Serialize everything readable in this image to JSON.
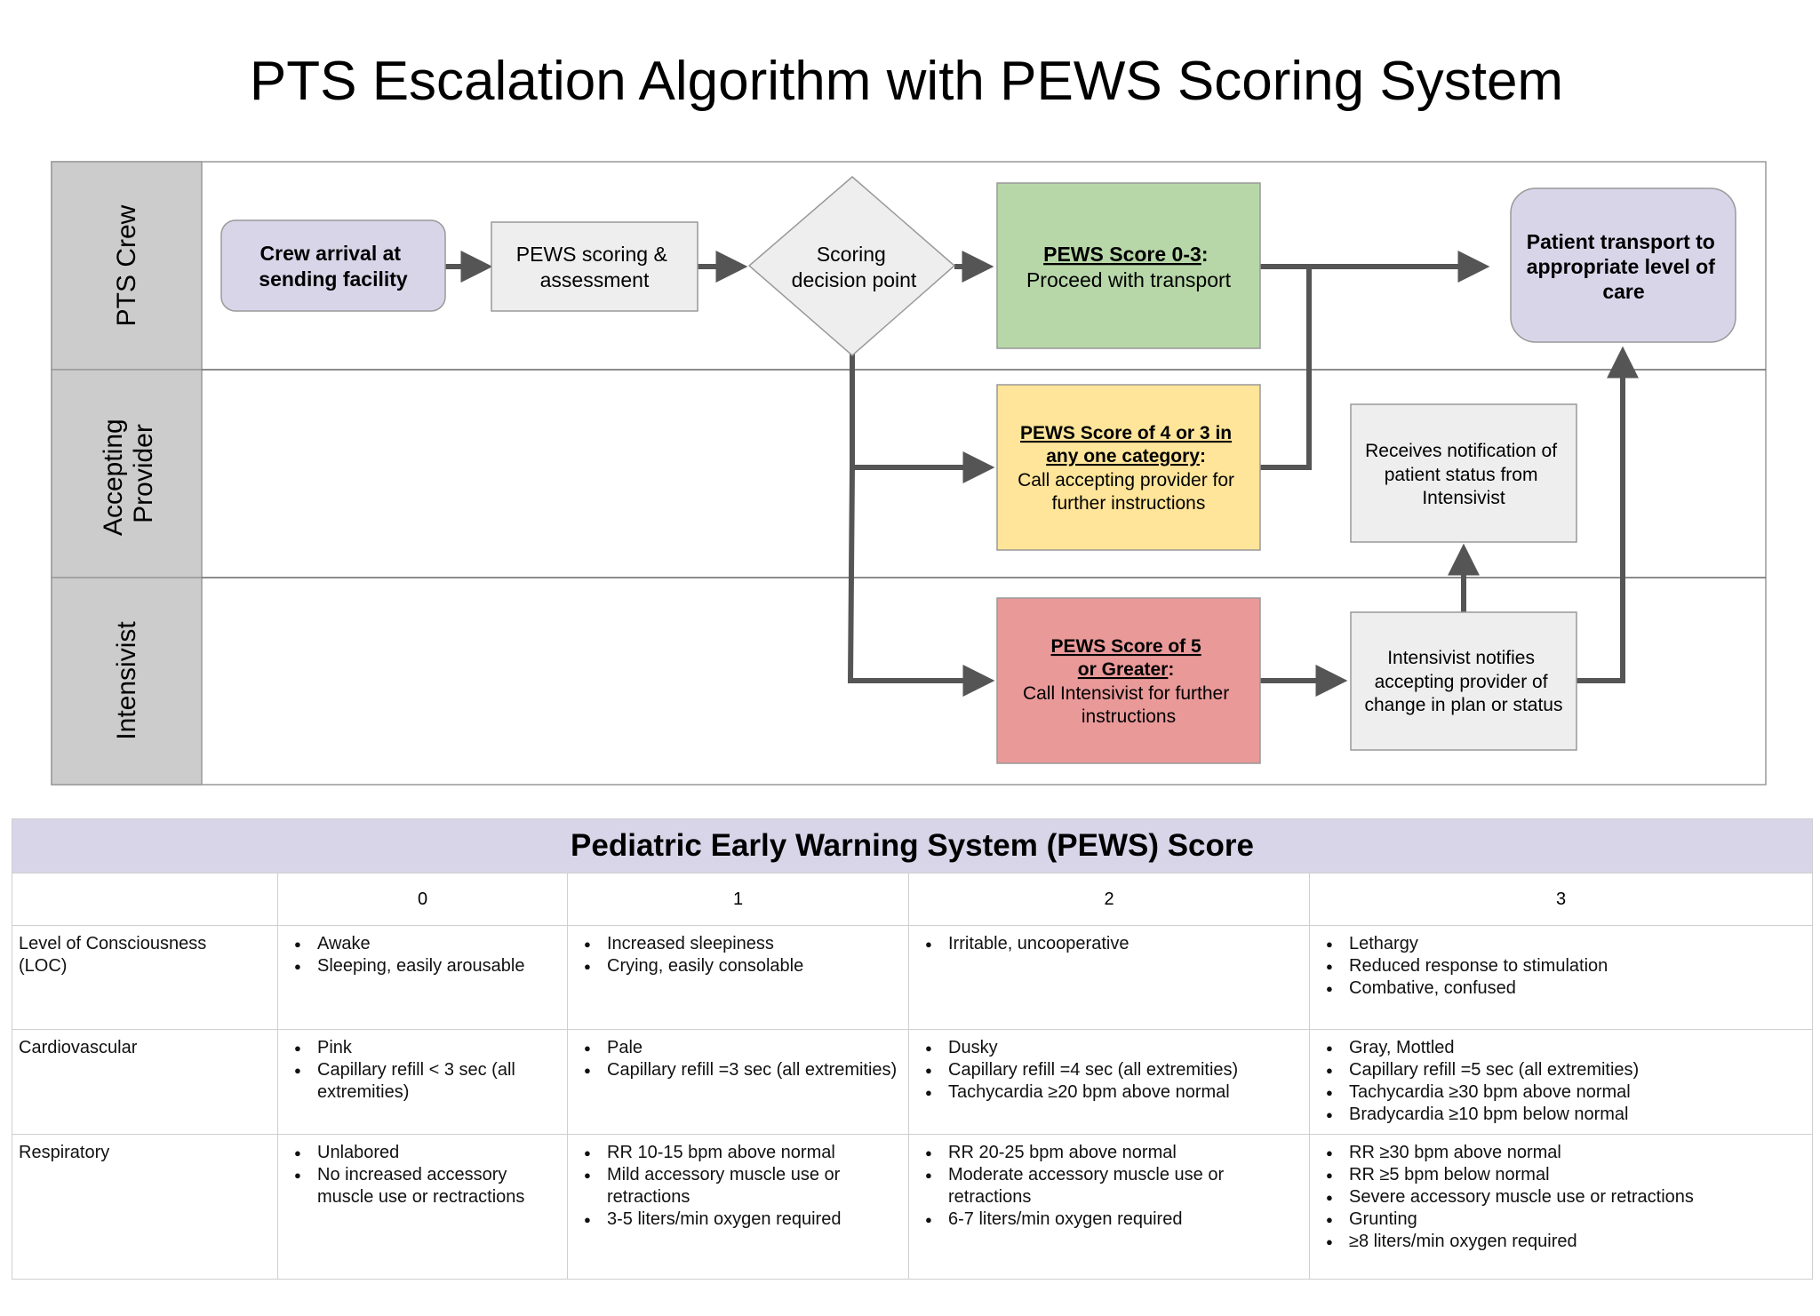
{
  "title": "PTS Escalation Algorithm with PEWS Scoring System",
  "colors": {
    "lane_header": "#cccccc",
    "purple_node": "#d9d5e9",
    "gray_node": "#eeeeee",
    "green_node": "#b7d7a8",
    "yellow_node": "#ffe599",
    "red_node": "#ea9999",
    "arrow": "#555555",
    "table_header": "#d9d5e9"
  },
  "lanes": {
    "pts_crew": [
      "PTS Crew"
    ],
    "accepting_provider": [
      "Accepting",
      "Provider"
    ],
    "intensivist": [
      "Intensivist"
    ]
  },
  "nodes": {
    "crew_arrival": [
      "Crew arrival at",
      "sending facility"
    ],
    "pews_scoring": [
      "PEWS scoring &",
      "assessment"
    ],
    "decision": [
      "Scoring",
      "decision point"
    ],
    "score_0_3": {
      "heading": "PEWS Score 0-3",
      "colon": ":",
      "text": "Proceed with transport"
    },
    "score_4": {
      "heading": [
        "PEWS Score of 4 or 3 in",
        "any one category"
      ],
      "colon": ":",
      "text": [
        "Call accepting provider for",
        "further instructions"
      ]
    },
    "score_5": {
      "heading": [
        "PEWS Score of 5",
        "or Greater"
      ],
      "colon": ":",
      "text": [
        "Call Intensivist for further",
        "instructions"
      ]
    },
    "patient_transport": [
      "Patient transport to",
      "appropriate level of",
      "care"
    ],
    "receives_notification": [
      "Receives notification of",
      "patient status from",
      "Intensivist"
    ],
    "intensivist_notifies": [
      "Intensivist notifies",
      "accepting provider of",
      "change in plan or status"
    ]
  },
  "pews_table": {
    "title": "Pediatric Early Warning System (PEWS) Score",
    "headers": [
      "",
      "0",
      "1",
      "2",
      "3"
    ],
    "rows": [
      {
        "category": [
          "Level of Consciousness",
          "(LOC)"
        ],
        "cells": [
          [
            "Awake",
            "Sleeping, easily arousable"
          ],
          [
            "Increased sleepiness",
            "Crying, easily consolable"
          ],
          [
            "Irritable, uncooperative"
          ],
          [
            "Lethargy",
            "Reduced response to stimulation",
            "Combative, confused"
          ]
        ]
      },
      {
        "category": [
          "Cardiovascular"
        ],
        "cells": [
          [
            "Pink",
            "Capillary refill < 3 sec (all extremities)"
          ],
          [
            "Pale",
            "Capillary refill =3 sec (all extremities)"
          ],
          [
            "Dusky",
            "Capillary refill =4 sec (all extremities)",
            "Tachycardia ≥20 bpm above normal"
          ],
          [
            "Gray, Mottled",
            "Capillary refill =5 sec (all extremities)",
            "Tachycardia ≥30 bpm above normal",
            "Bradycardia ≥10 bpm below normal"
          ]
        ]
      },
      {
        "category": [
          "Respiratory"
        ],
        "cells": [
          [
            "Unlabored",
            "No increased accessory muscle use or rectractions"
          ],
          [
            "RR 10-15 bpm above normal",
            "Mild accessory muscle use or retractions",
            "3-5 liters/min oxygen required"
          ],
          [
            "RR 20-25 bpm above normal",
            "Moderate accessory muscle use or retractions",
            "6-7 liters/min oxygen required"
          ],
          [
            "RR ≥30 bpm above normal",
            "RR ≥5 bpm below normal",
            "Severe accessory muscle use or retractions",
            "Grunting",
            "≥8 liters/min oxygen required"
          ]
        ]
      }
    ]
  }
}
